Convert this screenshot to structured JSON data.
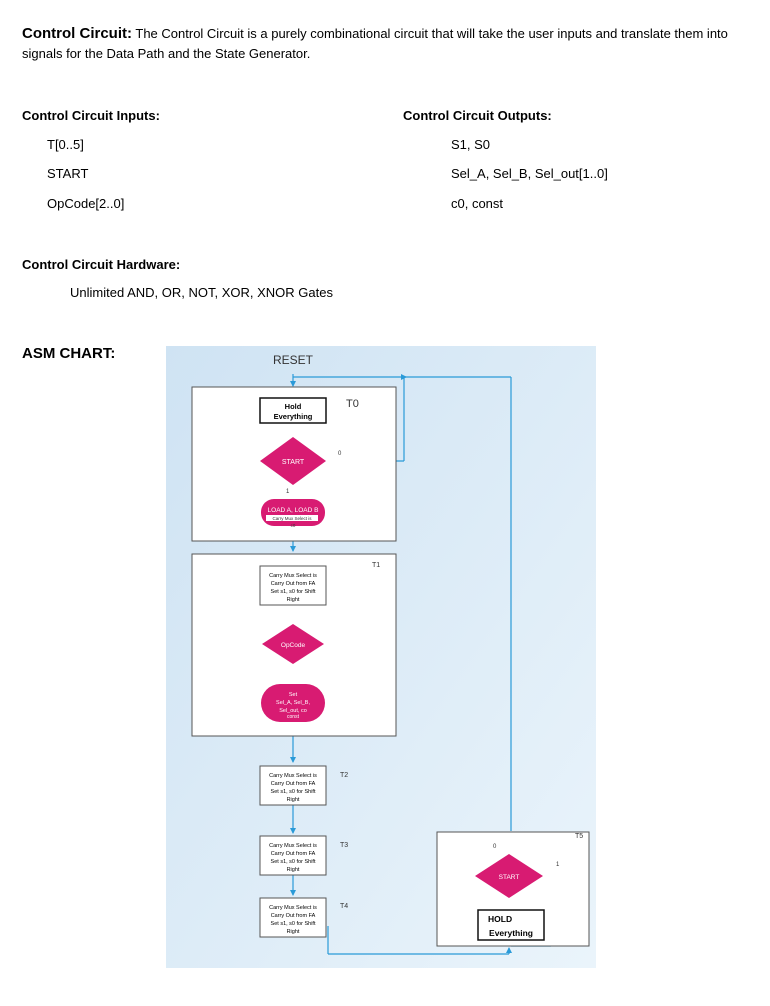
{
  "intro": {
    "title": "Control Circuit:",
    "body": "The Control Circuit is a purely combinational circuit that will take the user inputs and translate them into signals for the Data Path and the State Generator."
  },
  "inputs": {
    "heading": "Control Circuit Inputs:",
    "items": [
      "T[0..5]",
      "START",
      "OpCode[2..0]"
    ]
  },
  "outputs": {
    "heading": "Control Circuit Outputs:",
    "items": [
      "S1, S0",
      "Sel_A, Sel_B, Sel_out[1..0]",
      "c0, const"
    ]
  },
  "hardware": {
    "heading": "Control Circuit Hardware:",
    "text": "Unlimited AND, OR, NOT, XOR, XNOR Gates"
  },
  "asm": {
    "heading": "ASM CHART:",
    "reset": "RESET",
    "t0": "T0",
    "t1": "T1",
    "t2": "T2",
    "t3": "T3",
    "t4": "T4",
    "t5": "T5",
    "hold_line1": "Hold",
    "hold_line2": "Everything",
    "start": "START",
    "zero": "0",
    "one": "1",
    "load": "LOAD A, LOAD B",
    "load_note1": "Carry Mux Select is",
    "load_note2": "c0",
    "shift_line1": "Carry Mux Select is",
    "shift_line2": "Carry Out from FA",
    "shift_line3": "Set s1, s0 for Shift",
    "shift_line4": "Right",
    "opcode": "OpCode",
    "set_line1": "Set",
    "set_line2": "Sel_A, Sel_B,",
    "set_line3": "Sel_out, co",
    "set_line4": "const",
    "hold5_line1": "HOLD",
    "hold5_line2": "Everything"
  },
  "colors": {
    "accent": "#d81b72",
    "connector": "#2a9ad8",
    "panel": "#daeaf6"
  }
}
